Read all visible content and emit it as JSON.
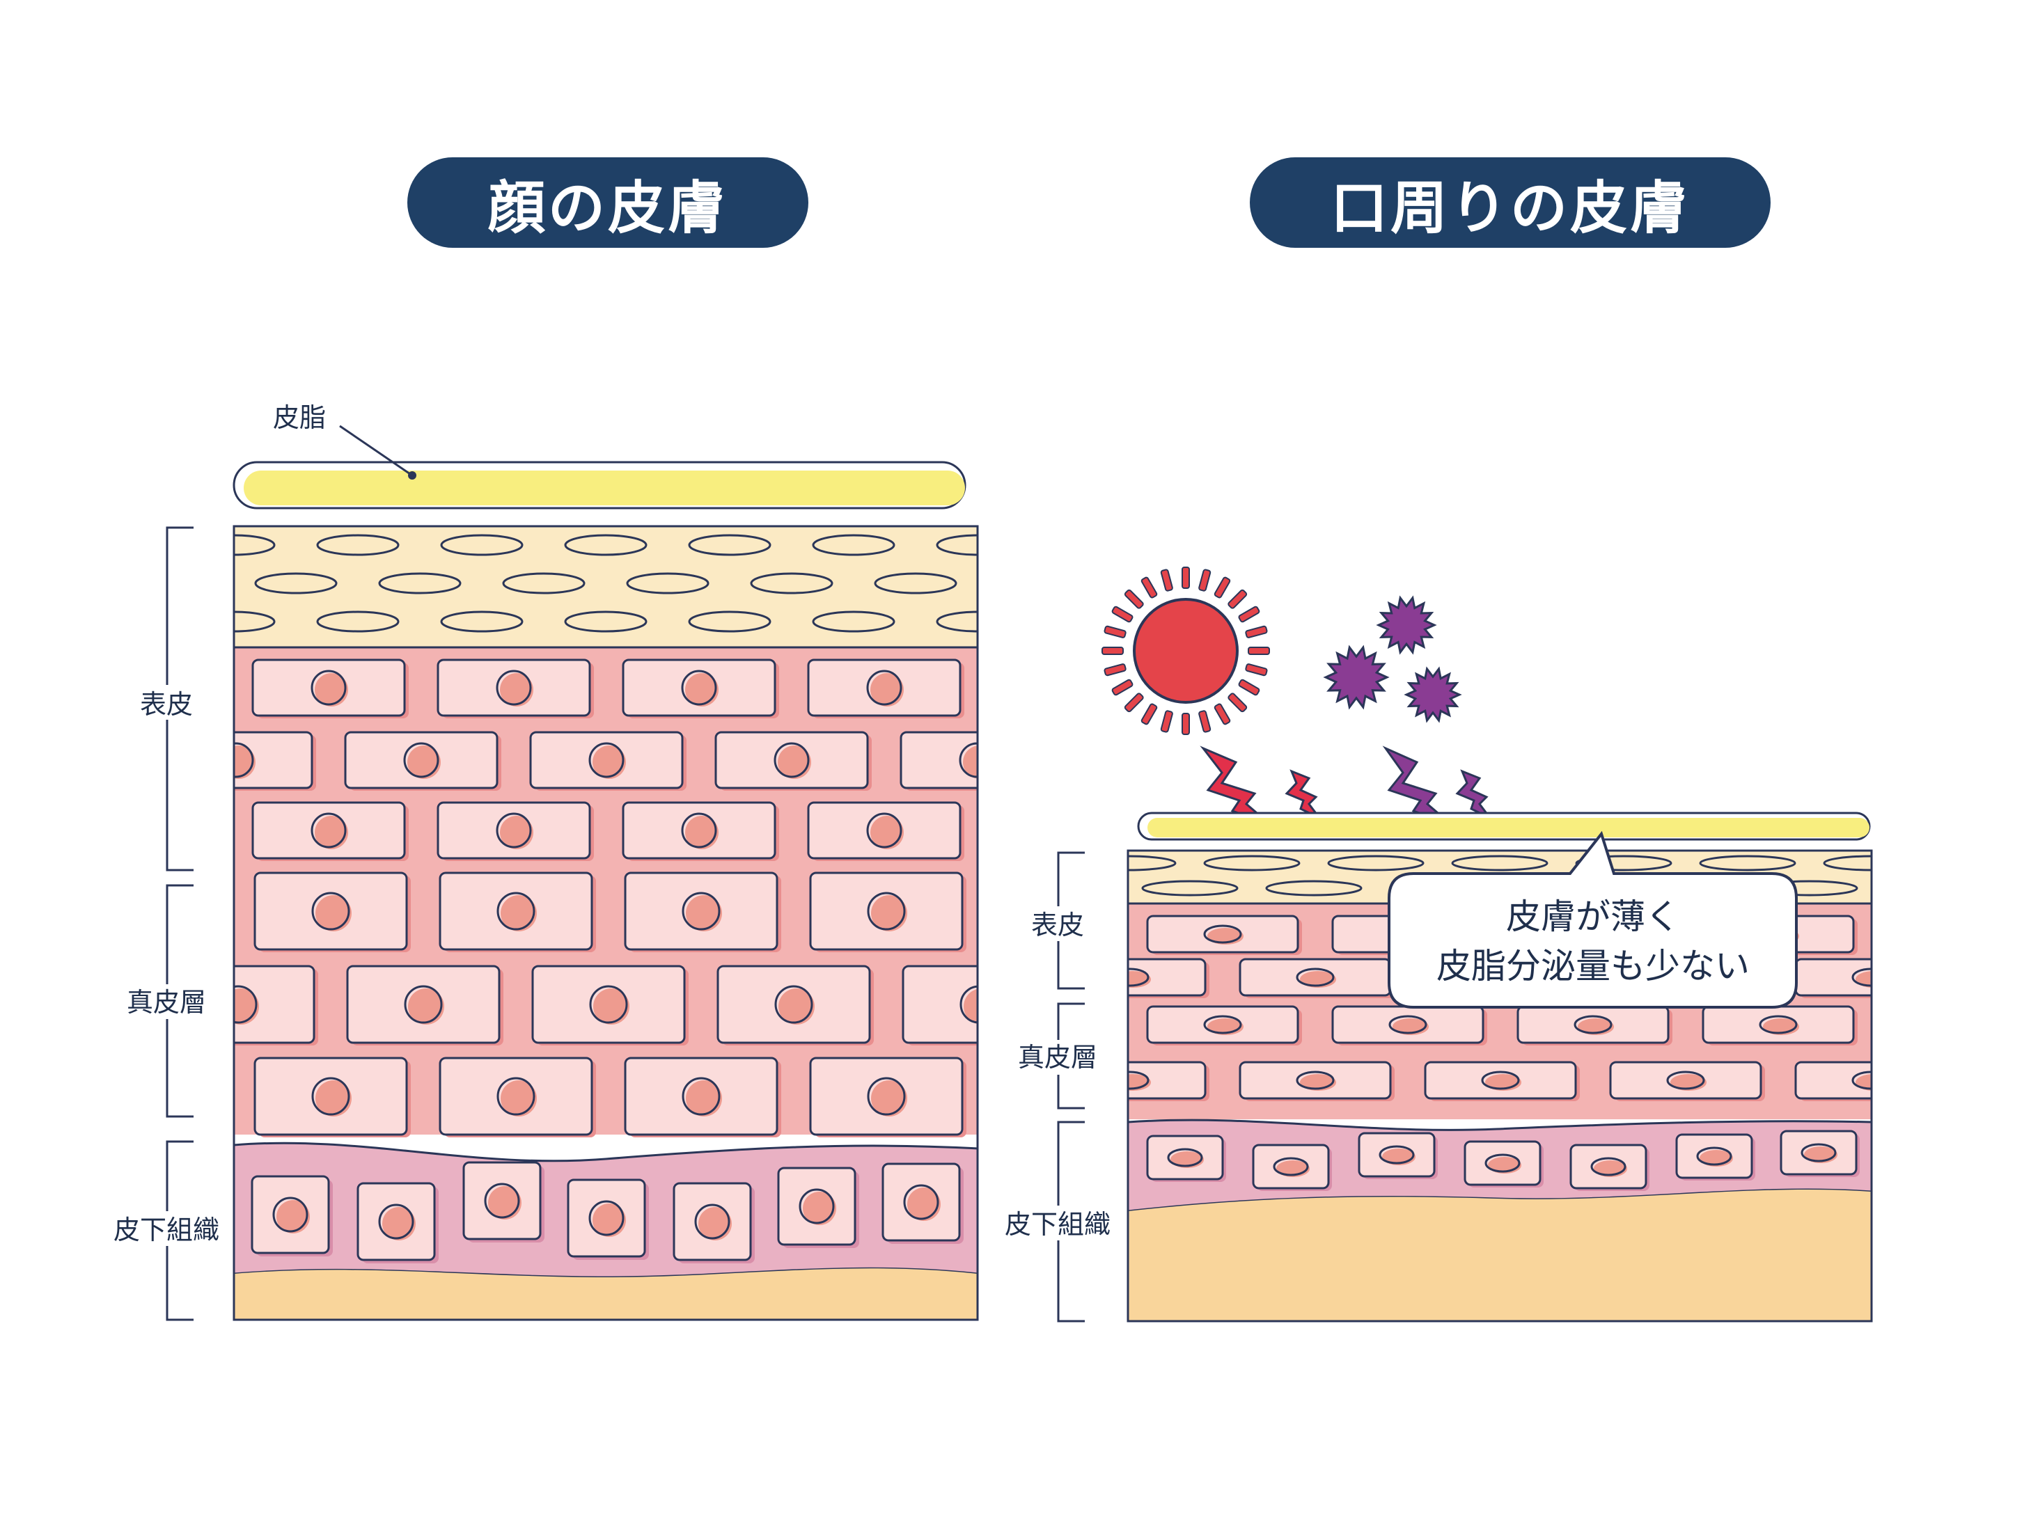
{
  "titles": {
    "left": "顔の皮膚",
    "right": "口周りの皮膚"
  },
  "left_panel": {
    "sebum_label": "皮脂",
    "layer_labels": [
      "表皮",
      "真皮層",
      "皮下組織"
    ]
  },
  "right_panel": {
    "layer_labels": [
      "表皮",
      "真皮層",
      "皮下組織"
    ],
    "callout_lines": [
      "皮膚が薄く",
      "皮脂分泌量も少ない"
    ]
  },
  "colors": {
    "navy": "#1f4066",
    "outline": "#2b3658",
    "sebum": "#f8ee7f",
    "stratum": "#fbeac4",
    "epidermis": "#f3b3b2",
    "cell_fill": "#fbdcdb",
    "nucleus": "#ee9b8f",
    "subcutis": "#e9b1c3",
    "fat": "#f9d59b",
    "sun": "#e4444a",
    "virus": "#8a3c93",
    "bolt_red": "#e2304a",
    "bolt_purple": "#8a3c93"
  }
}
